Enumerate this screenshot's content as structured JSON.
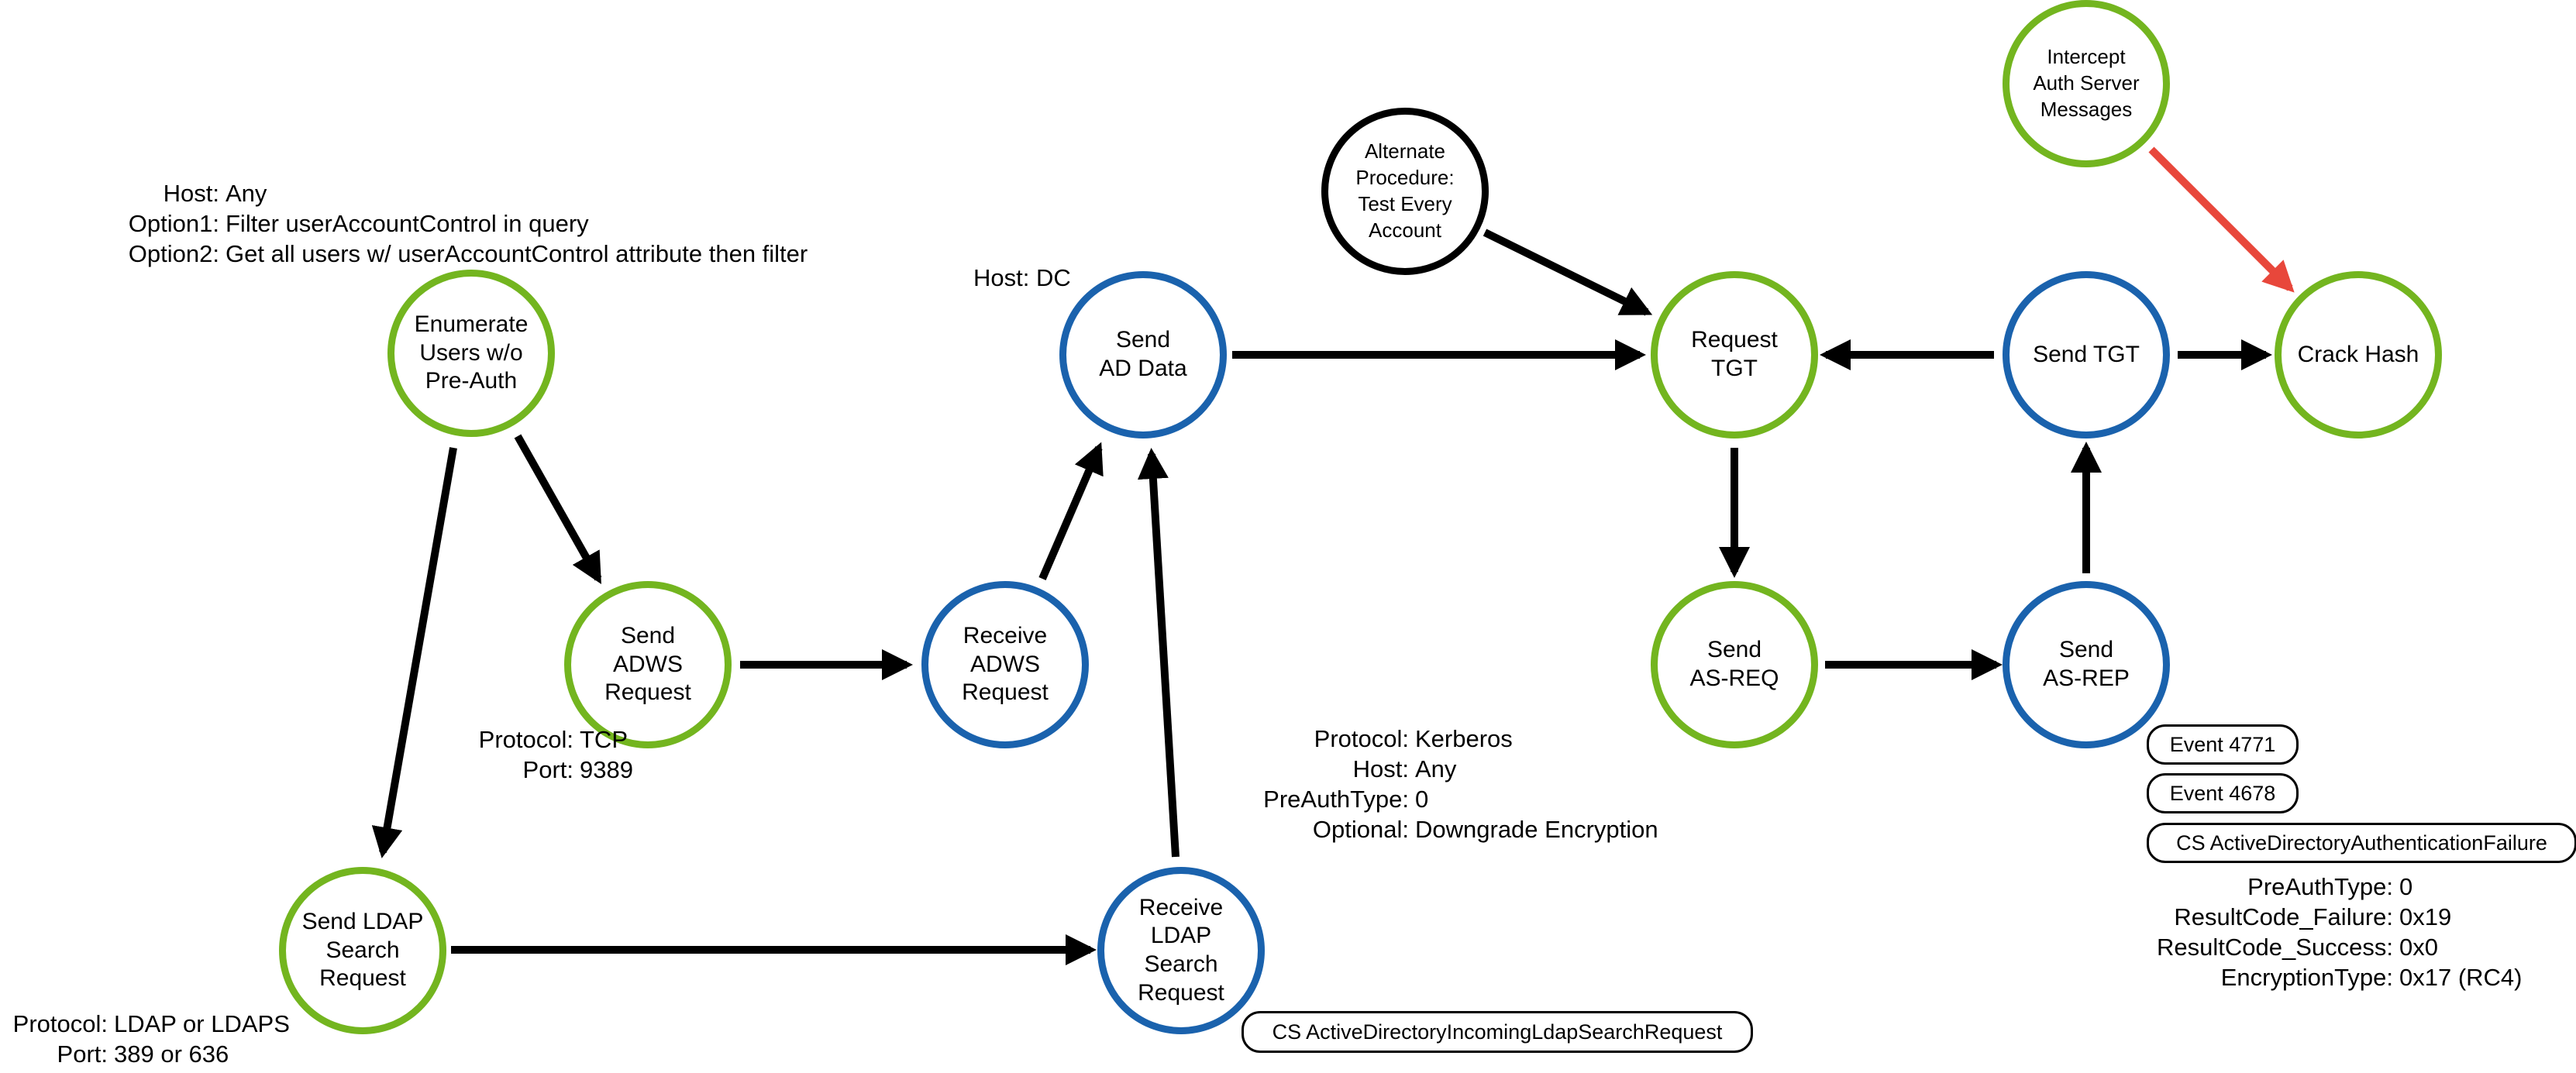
{
  "colors": {
    "green": "#73b51f",
    "blue": "#1a62ad",
    "black": "#000000",
    "red": "#e8473b"
  },
  "nodes": {
    "enumerate": "Enumerate\nUsers w/o\nPre-Auth",
    "send_adws": "Send\nADWS\nRequest",
    "receive_adws": "Receive\nADWS\nRequest",
    "send_ad_data": "Send\nAD Data",
    "send_ldap": "Send LDAP\nSearch\nRequest",
    "receive_ldap": "Receive\nLDAP\nSearch\nRequest",
    "alternate": "Alternate\nProcedure:\nTest Every\nAccount",
    "request_tgt": "Request\nTGT",
    "send_tgt": "Send TGT",
    "crack_hash": "Crack Hash",
    "intercept": "Intercept\nAuth Server\nMessages",
    "send_asreq": "Send\nAS-REQ",
    "send_asrep": "Send\nAS-REP"
  },
  "notes": {
    "enum_host": {
      "k": [
        "Host:",
        "Option1:",
        "Option2:"
      ],
      "v": [
        "Any",
        "Filter userAccountControl in query",
        "Get all users w/ userAccountControl attribute then filter"
      ]
    },
    "dc_host": "Host: DC",
    "adws_proto": {
      "k": [
        "Protocol:",
        "Port:"
      ],
      "v": [
        "TCP",
        "9389"
      ]
    },
    "ldap_proto": {
      "k": [
        "Protocol:",
        "Port:"
      ],
      "v": [
        "LDAP or LDAPS",
        "389 or 636"
      ]
    },
    "kerberos": {
      "k": [
        "Protocol:",
        "Host:",
        "PreAuthType:",
        "Optional:"
      ],
      "v": [
        "Kerberos",
        "Any",
        "0",
        "Downgrade Encryption"
      ]
    },
    "result": {
      "k": [
        "PreAuthType:",
        "ResultCode_Failure:",
        "ResultCode_Success:",
        "EncryptionType:"
      ],
      "v": [
        "0",
        "0x19",
        "0x0",
        "0x17 (RC4)"
      ]
    }
  },
  "events": {
    "e4771": "Event 4771",
    "e4678": "Event 4678",
    "cs_auth": "CS ActiveDirectoryAuthenticationFailure",
    "cs_ldap": "CS ActiveDirectoryIncomingLdapSearchRequest"
  }
}
